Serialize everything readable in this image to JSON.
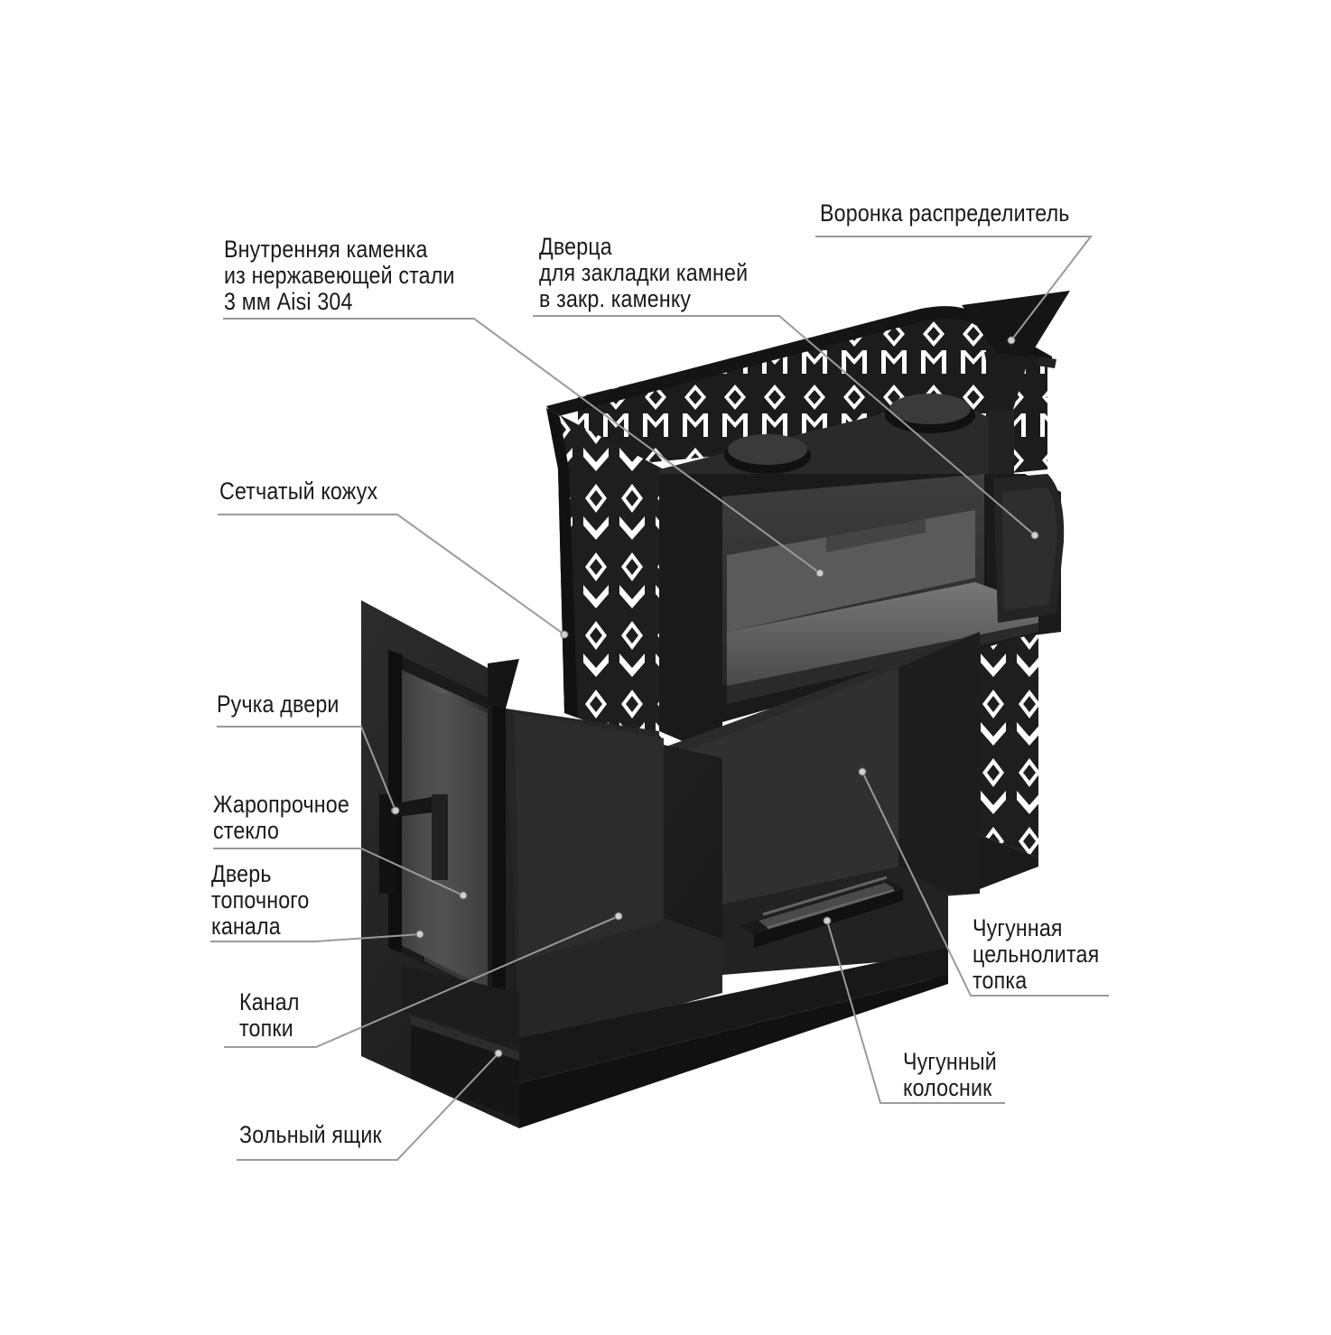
{
  "labels": {
    "funnel": [
      "Воронка распределитель"
    ],
    "inner_heater": [
      "Внутренняя каменка",
      "из нержавеющей стали",
      "3 мм Aisi 304"
    ],
    "stone_door": [
      "Дверца",
      "для закладки камней",
      "в закр. каменку"
    ],
    "mesh_casing": [
      "Сетчатый кожух"
    ],
    "door_handle": [
      "Ручка двери"
    ],
    "glass": [
      "Жаропрочное",
      "стекло"
    ],
    "firebox_door": [
      "Дверь",
      "топочного",
      "канала"
    ],
    "firebox_channel": [
      "Канал",
      "топки"
    ],
    "ash_box": [
      "Зольный ящик"
    ],
    "castiron_firebox": [
      "Чугунная",
      "цельнолитая",
      "топка"
    ],
    "grate": [
      "Чугунный",
      "колосник"
    ]
  },
  "colors": {
    "body_dark": "#1c1c1c",
    "body_mid": "#2e2e2e",
    "body_light": "#4a4a4a",
    "steel_grey": "#6e6e6e",
    "leader": "#9a9a9a",
    "text": "#1a1a1a"
  }
}
